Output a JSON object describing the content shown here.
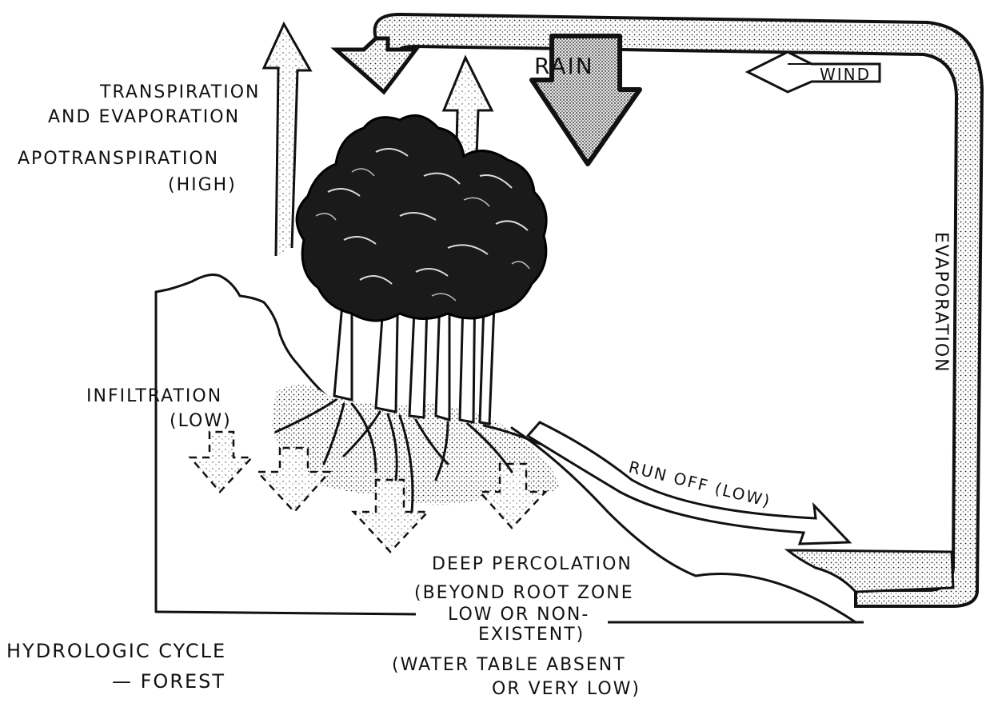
{
  "labels": {
    "transpiration_1": "TRANSPIRATION",
    "transpiration_2": "AND EVAPORATION",
    "apotranspiration_1": "APOTRANSPIRATION",
    "apotranspiration_2": "(HIGH)",
    "rain": "RAIN",
    "wind": "WIND",
    "evaporation": "EVAPORATION",
    "infiltration_1": "INFILTRATION",
    "infiltration_2": "(LOW)",
    "runoff": "RUN OFF (LOW)",
    "deep_1": "DEEP PERCOLATION",
    "deep_2": "(BEYOND ROOT ZONE",
    "deep_3": "LOW OR NON-",
    "deep_4": "EXISTENT)",
    "deep_5": "(WATER TABLE ABSENT",
    "deep_6": "OR VERY LOW)",
    "title_1": "HYDROLOGIC CYCLE",
    "title_2": "— FOREST"
  },
  "colors": {
    "ink": "#111111",
    "stipple_fill": "#d8d8d8",
    "background": "#ffffff"
  }
}
